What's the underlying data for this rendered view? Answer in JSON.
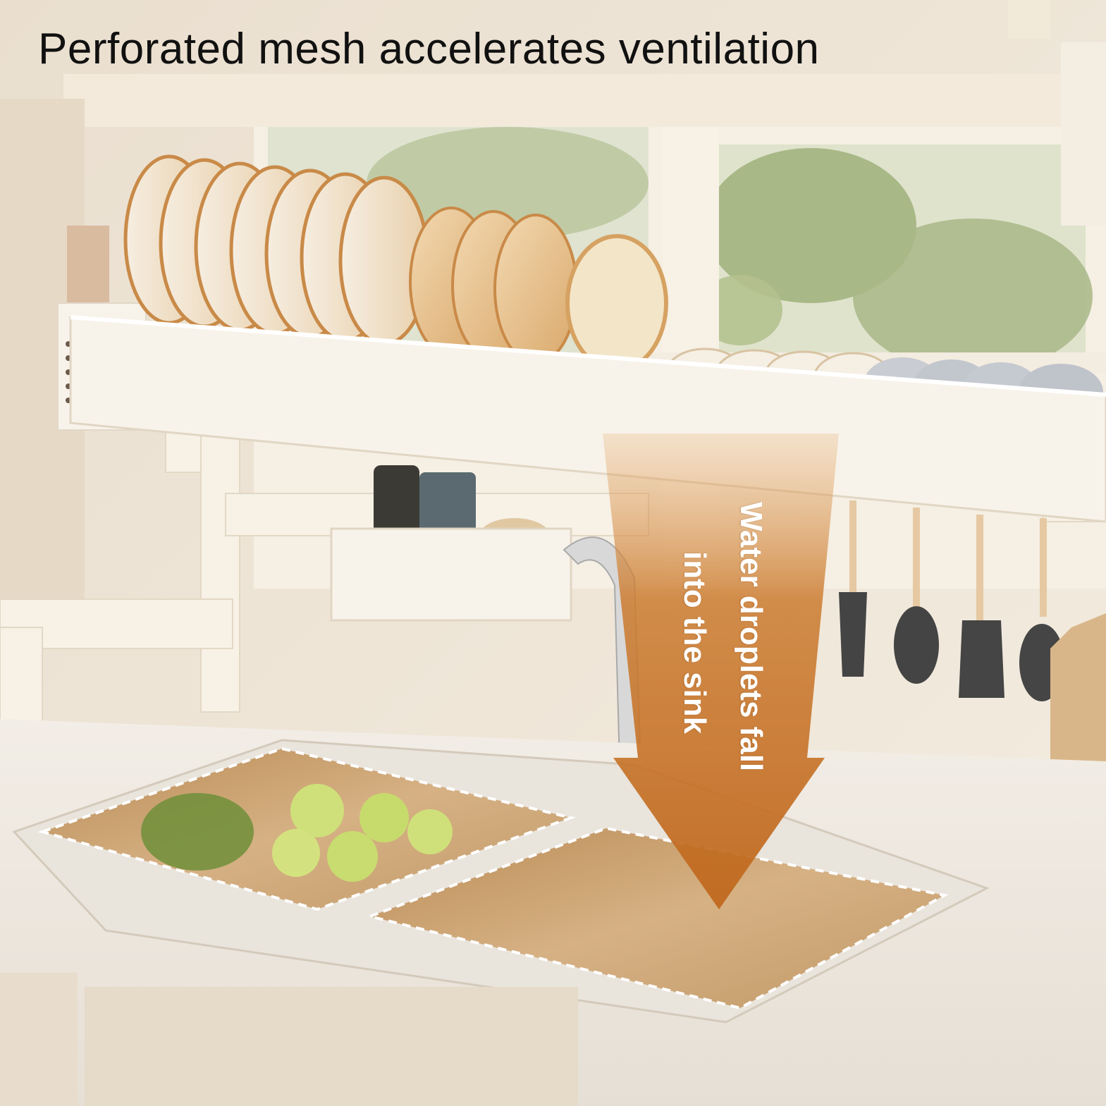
{
  "headline": "Perforated mesh accelerates ventilation",
  "callout": {
    "line1": "Water droplets fall",
    "line2": "into the sink"
  },
  "colors": {
    "arrow": "#c8742a",
    "rack": "#f7f1e6",
    "wall": "#efe6d8",
    "sink": "#c9a06c",
    "outline": "#ffffff"
  }
}
